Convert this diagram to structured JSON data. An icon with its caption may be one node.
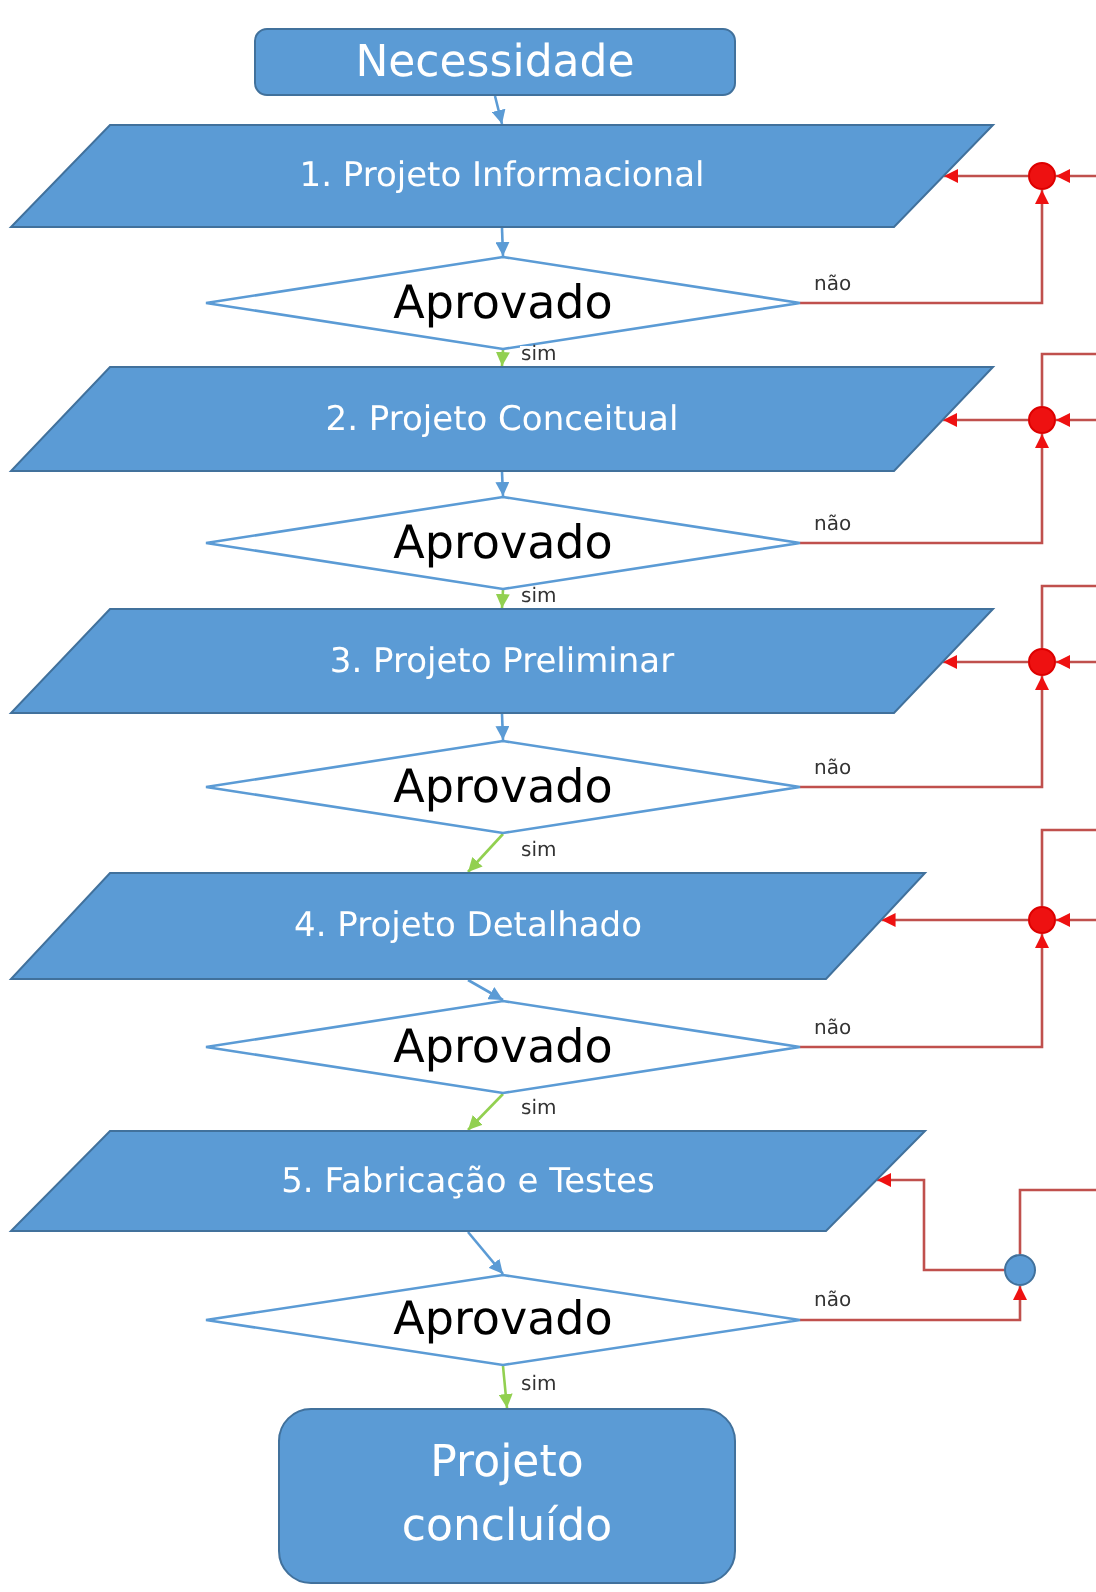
{
  "diagram": {
    "nodes": [
      {
        "text": [
          "Necessidade"
        ]
      },
      {
        "text": [
          "1. Projeto Informacional"
        ]
      },
      {
        "text": [
          "Aprovado"
        ]
      },
      {
        "text": [
          "2. Projeto Conceitual"
        ]
      },
      {
        "text": [
          "Aprovado"
        ]
      },
      {
        "text": [
          "3. Projeto Preliminar"
        ]
      },
      {
        "text": [
          "Aprovado"
        ]
      },
      {
        "text": [
          "4. Projeto Detalhado"
        ]
      },
      {
        "text": [
          "Aprovado"
        ]
      },
      {
        "text": [
          "5. Fabricação e Testes"
        ]
      },
      {
        "text": [
          "Aprovado"
        ]
      },
      {
        "text": [
          "Projeto concluído"
        ]
      },
      {
        "text": [],
        "shape": "circle"
      },
      {
        "text": [],
        "shape": "circle"
      },
      {
        "text": [],
        "shape": "circle"
      },
      {
        "text": [],
        "shape": "circle"
      },
      {
        "text": [],
        "shape": "circle"
      }
    ],
    "edges": [
      {
        "from": 0,
        "to": 1,
        "arrow": "to",
        "color": "#5b9bd5"
      },
      {
        "from": 1,
        "to": 2,
        "arrow": "to",
        "color": "#5b9bd5"
      },
      {
        "from": 2,
        "to": 3,
        "arrow": "to",
        "label": "sim",
        "color": "#92d050"
      },
      {
        "from": 3,
        "to": 4,
        "arrow": "to",
        "color": "#5b9bd5"
      },
      {
        "from": 4,
        "to": 5,
        "arrow": "to",
        "label": "sim",
        "color": "#92d050"
      },
      {
        "from": 5,
        "to": 6,
        "arrow": "to",
        "color": "#5b9bd5"
      },
      {
        "from": 6,
        "to": 7,
        "arrow": "to",
        "label": "sim",
        "color": "#92d050"
      },
      {
        "from": 7,
        "to": 8,
        "arrow": "to",
        "color": "#5b9bd5"
      },
      {
        "from": 8,
        "to": 9,
        "arrow": "to",
        "label": "sim",
        "color": "#92d050"
      },
      {
        "from": 9,
        "to": 10,
        "arrow": "to",
        "color": "#5b9bd5"
      },
      {
        "from": 10,
        "to": 11,
        "arrow": "to",
        "label": "sim",
        "color": "#92d050"
      },
      {
        "from": 2,
        "to": 12,
        "arrow": "to",
        "label": "não"
      },
      {
        "from": 12,
        "to": 1,
        "arrow": "to"
      },
      {
        "from": null,
        "to": 12,
        "arrow": "to"
      },
      {
        "from": 4,
        "to": 13,
        "arrow": "to",
        "label": "não"
      },
      {
        "from": 13,
        "to": 3,
        "arrow": "to"
      },
      {
        "from": null,
        "to": 13,
        "arrow": "to"
      },
      {
        "from": 13,
        "to": null,
        "arrow": "none"
      },
      {
        "from": 6,
        "to": 14,
        "arrow": "to",
        "label": "não"
      },
      {
        "from": 14,
        "to": 5,
        "arrow": "to"
      },
      {
        "from": null,
        "to": 14,
        "arrow": "to"
      },
      {
        "from": 14,
        "to": null,
        "arrow": "none"
      },
      {
        "from": 8,
        "to": 15,
        "arrow": "to",
        "label": "não"
      },
      {
        "from": 15,
        "to": 7,
        "arrow": "to"
      },
      {
        "from": null,
        "to": 15,
        "arrow": "to"
      },
      {
        "from": 15,
        "to": null,
        "arrow": "none"
      },
      {
        "from": 10,
        "to": 16,
        "arrow": "to",
        "label": "não"
      },
      {
        "from": 16,
        "to": 9,
        "arrow": "to"
      },
      {
        "from": 16,
        "to": null,
        "arrow": "none"
      }
    ]
  }
}
